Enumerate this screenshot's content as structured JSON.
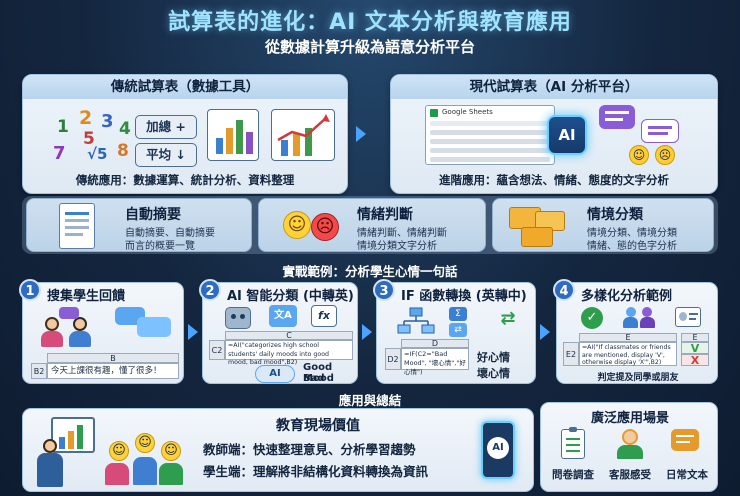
{
  "header": {
    "title": "試算表的進化：AI 文本分析與教育應用",
    "subtitle": "從數據計算升級為語意分析平台"
  },
  "traditional": {
    "title": "傳統試算表（數據工具）",
    "numbers": [
      "1",
      "2",
      "3",
      "4",
      "5",
      "7",
      "√5",
      "8"
    ],
    "button_sum": "加總 +",
    "button_avg": "平均 ↓",
    "footer": "傳統應用：數據運算、統計分析、資料整理"
  },
  "modern": {
    "title": "現代試算表（AI 分析平台）",
    "sheet_label": "Google Sheets",
    "ai_label": "AI",
    "footer": "進階應用：蘊含想法、情緒、態度的文字分析"
  },
  "features": [
    {
      "title": "自動摘要",
      "lines": [
        "自動摘要、自動摘要",
        "而言的概要一覽"
      ]
    },
    {
      "title": "情緒判斷",
      "lines": [
        "情緒判斷、情緒判斷",
        "情境分類文字分析"
      ]
    },
    {
      "title": "情境分類",
      "lines": [
        "情境分類、情境分類",
        "情緒、態的色字分析"
      ]
    }
  ],
  "example_label": "實戰範例：分析學生心情一句話",
  "steps": [
    {
      "num": "1",
      "title": "搜集學生回饋",
      "col": "B",
      "row": "B2",
      "cell": "今天上課很有趣，懂了很多！"
    },
    {
      "num": "2",
      "title": "AI 智能分類 (中轉英)",
      "col": "C",
      "row": "C2",
      "formula": "=AI(\"categorizes high school students' daily moods into good mood, bad mood\",B2)",
      "ai_label": "AI",
      "out1": "Good Mood",
      "out2": "Bad Mood"
    },
    {
      "num": "3",
      "title": "IF 函數轉換 (英轉中)",
      "col": "D",
      "row": "D2",
      "formula": "=IF(C2=\"Bad Mood\", \"壞心情\",\"好心情\")",
      "out1": "好心情",
      "out2": "壞心情"
    },
    {
      "num": "4",
      "title": "多樣化分析範例",
      "col": "E",
      "row": "E2",
      "formula": "=AI(\"If classmates or friends are mentioned, display 'V', otherwise display 'X'\",B2)",
      "val_v": "V",
      "val_x": "X",
      "footer": "判定提及同學或朋友"
    }
  ],
  "summary_label": "應用與總結",
  "education": {
    "title": "教育現場價值",
    "teacher": "教師端：快速整理意見、分析學習趨勢",
    "student": "學生端：理解將非結構化資料轉換為資訊",
    "ai_label": "AI"
  },
  "scenarios": {
    "title": "廣泛應用場景",
    "items": [
      "問卷調查",
      "客服感受",
      "日常文本"
    ]
  },
  "colors": {
    "accent": "#2f6cc0",
    "title_glow": "#9fe3ff",
    "good": "#2e9d4e",
    "bad": "#d23a3a"
  }
}
